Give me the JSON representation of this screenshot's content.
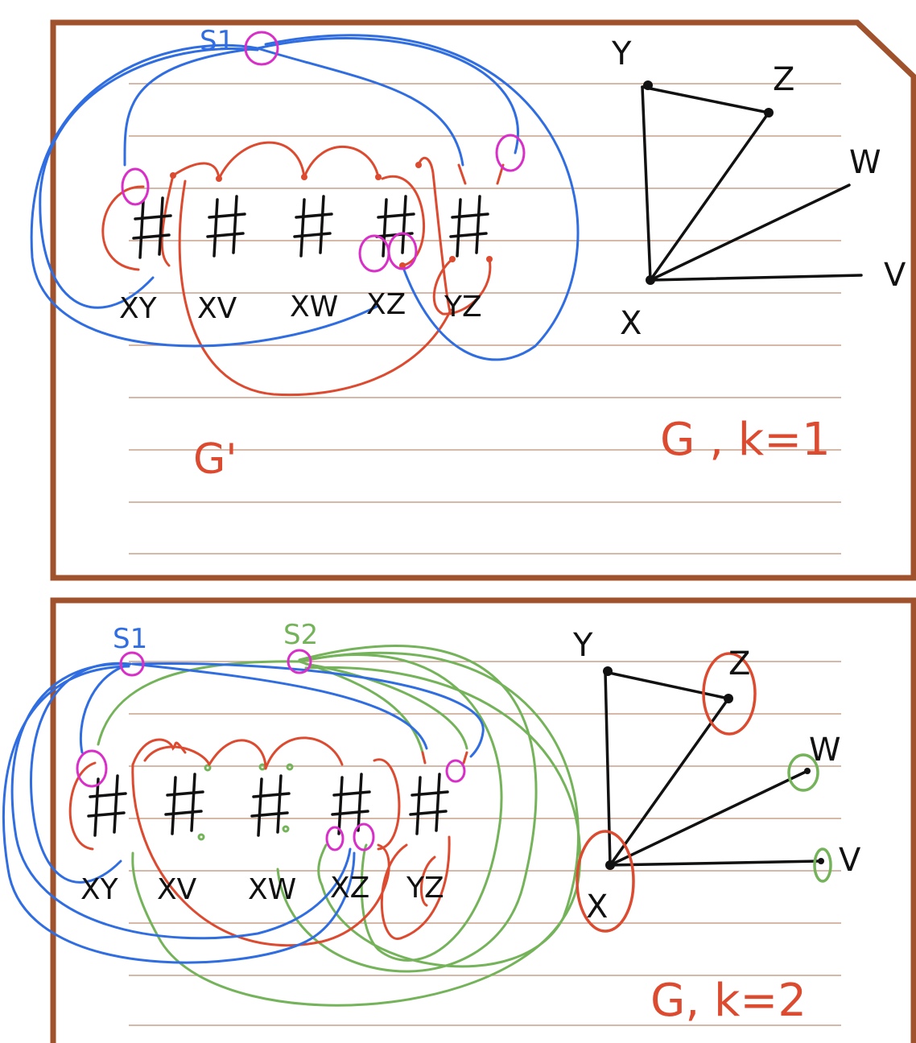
{
  "colors": {
    "frame": "#a0522d",
    "rule": "#c7a08a",
    "ink": "#111111",
    "red": "#dc4a30",
    "blue": "#2f6de0",
    "green": "#74b35a",
    "magenta": "#d82fc8"
  },
  "top_card": {
    "source_label": "S1",
    "gadget_labels": [
      "XY",
      "XV",
      "XW",
      "XZ",
      "YZ"
    ],
    "graph_prime_label": "G'",
    "caption": "G , k=1",
    "vertices": [
      "Y",
      "Z",
      "W",
      "V",
      "X"
    ]
  },
  "bottom_card": {
    "source_labels": [
      "S1",
      "S2"
    ],
    "gadget_labels": [
      "XY",
      "XV",
      "XW",
      "XZ",
      "YZ"
    ],
    "caption": "G, k=2",
    "vertices": [
      "Y",
      "Z",
      "W",
      "V",
      "X"
    ]
  }
}
